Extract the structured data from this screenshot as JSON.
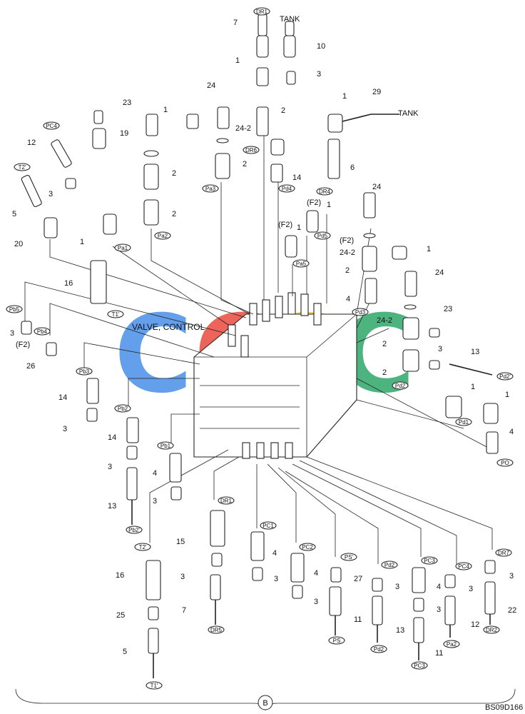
{
  "watermark": {
    "letters": [
      "C",
      "G",
      "S",
      "C"
    ],
    "colors": [
      "#4a8fe8",
      "#ea4a3e",
      "#f7c534",
      "#2ea86a"
    ]
  },
  "labels": {
    "valve_control": "VALVE, CONTROL",
    "tank_top": "TANK",
    "tank_right": "TANK",
    "f2": "(F2)",
    "section": "B",
    "code": "BS09D166"
  },
  "callouts": [
    "7",
    "10",
    "1",
    "3",
    "24",
    "2",
    "24-2",
    "23",
    "19",
    "1",
    "12",
    "3",
    "5",
    "20",
    "1",
    "29",
    "1",
    "14",
    "6",
    "24",
    "(F2)",
    "1",
    "1",
    "24-2",
    "2",
    "1",
    "24",
    "4",
    "24-2",
    "23",
    "2",
    "3",
    "13",
    "2",
    "1",
    "1",
    "4",
    "16",
    "3",
    "26",
    "14",
    "3",
    "14",
    "3",
    "4",
    "3",
    "13",
    "15",
    "3",
    "7",
    "16",
    "25",
    "5",
    "4",
    "3",
    "4",
    "3",
    "27",
    "11",
    "3",
    "13",
    "4",
    "3",
    "3",
    "12",
    "11",
    "3",
    "22",
    "2",
    "2",
    "2"
  ],
  "tags": [
    "DR1",
    "PC4",
    "T2'",
    "Pa3",
    "DR6",
    "Pd4",
    "DR4",
    "Pd5",
    "Pa5",
    "Pa1",
    "Pa2",
    "T1'",
    "Pb5",
    "Pb4",
    "Pd3",
    "Pd2",
    "Pb3",
    "Pb2",
    "Pb1",
    "Pd1",
    "PO",
    "Pd2'",
    "DR1",
    "PC1",
    "PC2",
    "PS'",
    "Pd2",
    "PC3",
    "PC4",
    "DR7",
    "T2'",
    "DR5",
    "PS",
    "Pd2",
    "Pa2",
    "DR2",
    "PC3",
    "T1'",
    "Pb2'"
  ]
}
